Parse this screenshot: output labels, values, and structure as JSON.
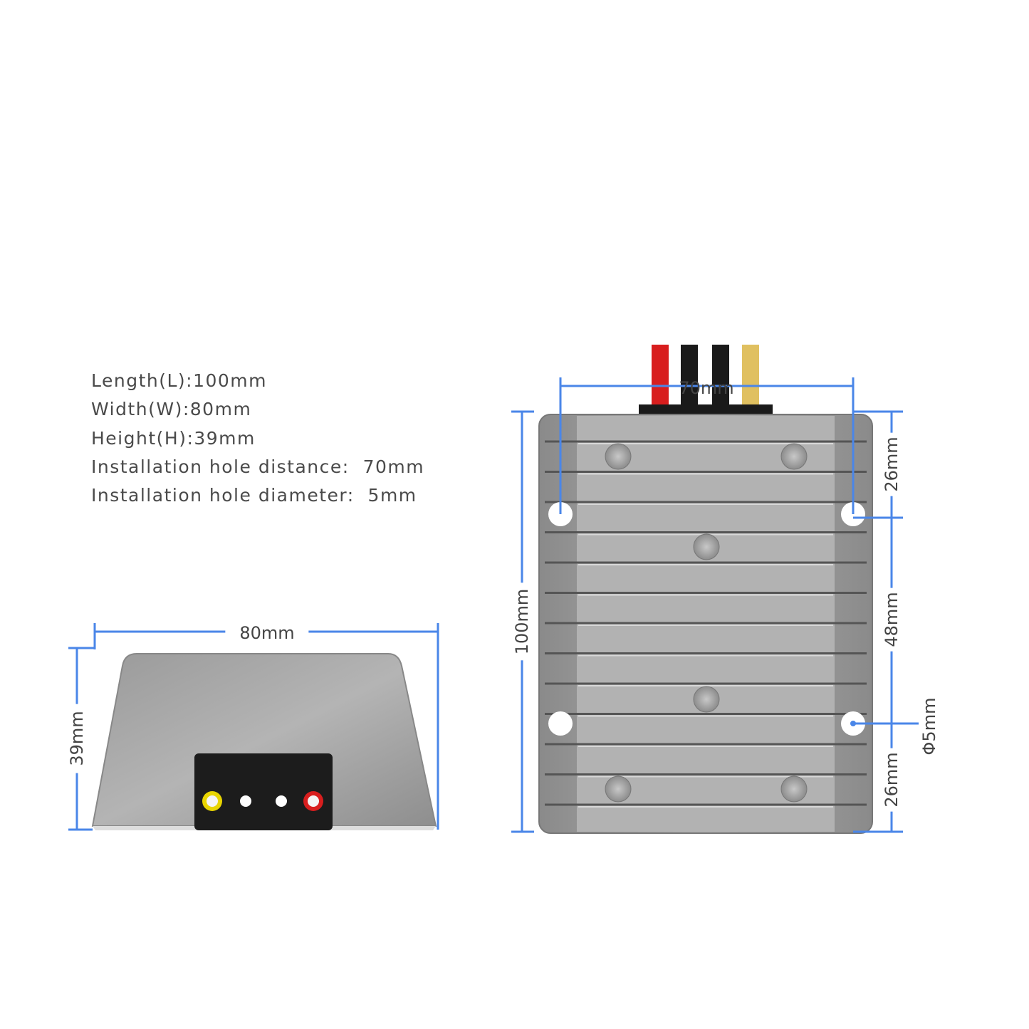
{
  "specs": [
    "Length(L):100mm",
    "Width(W):80mm",
    "Height(H):39mm",
    "Installation hole distance:  70mm",
    "Installation hole diameter:  5mm"
  ],
  "front_view": {
    "width_label": "80mm",
    "height_label": "39mm",
    "connector_colors": [
      "#e8d400",
      "#ffffff",
      "#ffffff",
      "#d81e1e"
    ]
  },
  "top_view": {
    "hole_distance_label": "70mm",
    "length_label": "100mm",
    "top_offset_label": "26mm",
    "hole_spacing_label": "48mm",
    "bottom_offset_label": "26mm",
    "hole_diameter_label": "Φ5mm",
    "wire_colors": [
      "#d81e1e",
      "#1a1a1a",
      "#1a1a1a",
      "#e0c060"
    ]
  },
  "colors": {
    "dimension_line": "#4a86e8",
    "housing": "#a8a8a8"
  }
}
